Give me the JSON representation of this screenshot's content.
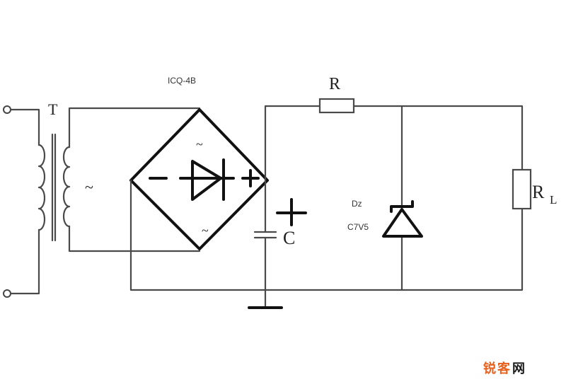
{
  "labels": {
    "transformer": "T",
    "ac_secondary": "~",
    "bridge_part": "ICQ-4B",
    "bridge_ac_top": "~",
    "bridge_ac_bottom": "~",
    "bridge_minus": "−",
    "bridge_plus": "+",
    "resistor": "R",
    "capacitor": "C",
    "capacitor_polarity": "+",
    "zener_name": "Dz",
    "zener_part": "C7V5",
    "load_main": "R",
    "load_sub": "L"
  },
  "watermark": {
    "text_1": "锐",
    "text_2": "客",
    "text_3": "网",
    "colors": [
      "#e8601c",
      "#e8601c",
      "#1a1a1a"
    ]
  },
  "colors": {
    "wire": "#4a4a4a",
    "symbol": "#111111",
    "background": "#ffffff"
  }
}
